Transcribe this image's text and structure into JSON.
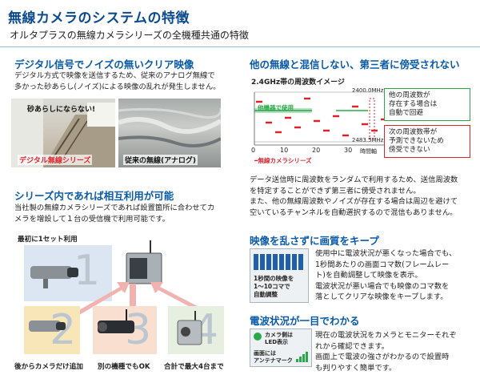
{
  "header": {
    "title": "無線カメラのシステムの特徴",
    "subtitle": "オルタプラスの無線カメラシリーズの全機種共通の特徴"
  },
  "digital": {
    "heading": "デジタル信号でノイズの無いクリア映像",
    "body": [
      "デジタル方式で映像を送信するため、従来のアナログ無線で",
      "多かった砂あらし(ノイズ)による映像の乱れが発生しません。"
    ],
    "photo_left_overlay": "砂あらしにならない!",
    "photo_left_caption": "デジタル無線シリーズ",
    "photo_right_caption": "従来の無線(アナログ)"
  },
  "mutual": {
    "heading": "シリーズ内であれば相互利用が可能",
    "body": [
      "当社製の無線カメラシリーズであれば設置箇所に合わせてカ",
      "メラを増設して１台の受信機で利用可能です。"
    ],
    "first_label": "最初に1セット利用",
    "numbers": [
      "1",
      "2",
      "3",
      "4"
    ],
    "captions": [
      "後からカメラだけ追加",
      "別の機種でもOK",
      "合計で最大4台まで"
    ]
  },
  "interference": {
    "heading": "他の無線と混信しない、第三者に傍受されない",
    "chart_title": "2.4GHz帯の周波数イメージ",
    "freq_top": "2400.0MHz",
    "freq_bottom": "2483.5MHz",
    "other_device_label": "他機器で使用",
    "legend": "無線カメラシリーズ",
    "x_ticks": [
      "0",
      "10",
      "20",
      "30"
    ],
    "x_unit": "時間軸",
    "callout_green": [
      "他の周波数が",
      "存在する場合は",
      "自動で回避"
    ],
    "callout_red": [
      "次の周波数帯が",
      "予測できないため",
      "傍受できない"
    ],
    "body": [
      "データ送信時に周波数をランダムで利用するため、送信周波数",
      "を特定することができず第三者に傍受されません。",
      "また、他の無線周波数やノイズが存在する場合は周辺を避けて",
      "空いているチャンネルを自動選択するので混信もありません。"
    ]
  },
  "quality": {
    "heading": "映像を乱さずに画質をキープ",
    "box_text": [
      "1秒間の映像を",
      "1〜10コマで",
      "自動調整"
    ],
    "body": [
      "使用中に電波状況が悪くなった場合でも、",
      "1秒間あたりの画面コマ数(フレームレー",
      "ト)を自動調整して映像を表示。",
      "電波状況が悪い場合でも映像のコマ数を",
      "落としてクリアな映像をキープします。"
    ]
  },
  "signal": {
    "heading": "電波状況が一目でわかる",
    "cam_label": [
      "カメラ側は",
      "LED表示"
    ],
    "screen_label": [
      "画面には",
      "アンテナマーク"
    ],
    "body": [
      "現在の電波状況をカメラとモニターそれぞ",
      "れから確認できます。",
      "画面上で電波の強さがわかるので設置時",
      "も判りやすく簡単です。"
    ]
  },
  "colors": {
    "heading": "#0a5aa8",
    "title": "#0b4a8f",
    "green": "#2aa84a",
    "red": "#d8262e",
    "blue": "#2d7fd0"
  }
}
